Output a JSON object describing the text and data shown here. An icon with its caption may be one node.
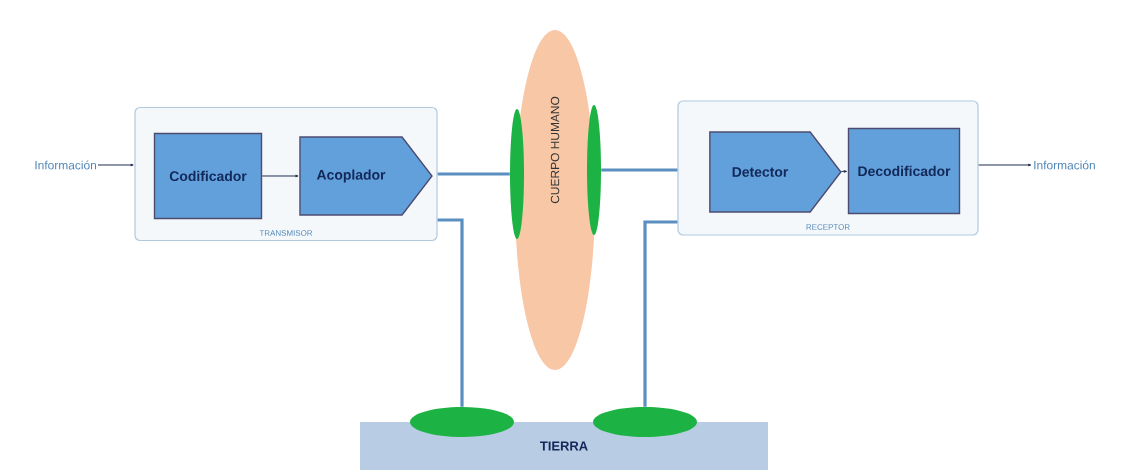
{
  "diagram": {
    "nodes": [
      {
        "text": [
          "Información"
        ]
      },
      {
        "text": [
          "TRANSMISOR"
        ]
      },
      {
        "text": [
          "Codificador"
        ],
        "in": 1
      },
      {
        "text": [
          "Acoplador"
        ],
        "in": 1
      },
      {
        "text": [
          "CUERPO HUMANO"
        ]
      },
      {
        "text": [],
        "shape": "ellipse"
      },
      {
        "text": [],
        "shape": "ellipse"
      },
      {
        "text": [
          "RECEPTOR"
        ]
      },
      {
        "text": [
          "Detector"
        ],
        "in": 7
      },
      {
        "text": [
          "Decodificador"
        ],
        "in": 7
      },
      {
        "text": [
          "Información"
        ]
      },
      {
        "text": [
          "TIERRA"
        ]
      },
      {
        "text": [],
        "shape": "ellipse"
      },
      {
        "text": [],
        "shape": "ellipse"
      }
    ],
    "edges": [
      {
        "from": 0,
        "to": 1,
        "arrow": "to"
      },
      {
        "from": 2,
        "to": 3,
        "arrow": "to"
      },
      {
        "from": 1,
        "to": 5,
        "arrow": "none",
        "style": "thick",
        "color": "#5b8fc0"
      },
      {
        "from": 1,
        "to": 12,
        "arrow": "none",
        "style": "thick",
        "color": "#5b8fc0"
      },
      {
        "from": 6,
        "to": 7,
        "arrow": "none",
        "style": "thick",
        "color": "#5b8fc0"
      },
      {
        "from": 7,
        "to": 13,
        "arrow": "none",
        "style": "thick",
        "color": "#5b8fc0"
      },
      {
        "from": 8,
        "to": 9,
        "arrow": "to"
      },
      {
        "from": 7,
        "to": 10,
        "arrow": "to"
      }
    ]
  }
}
